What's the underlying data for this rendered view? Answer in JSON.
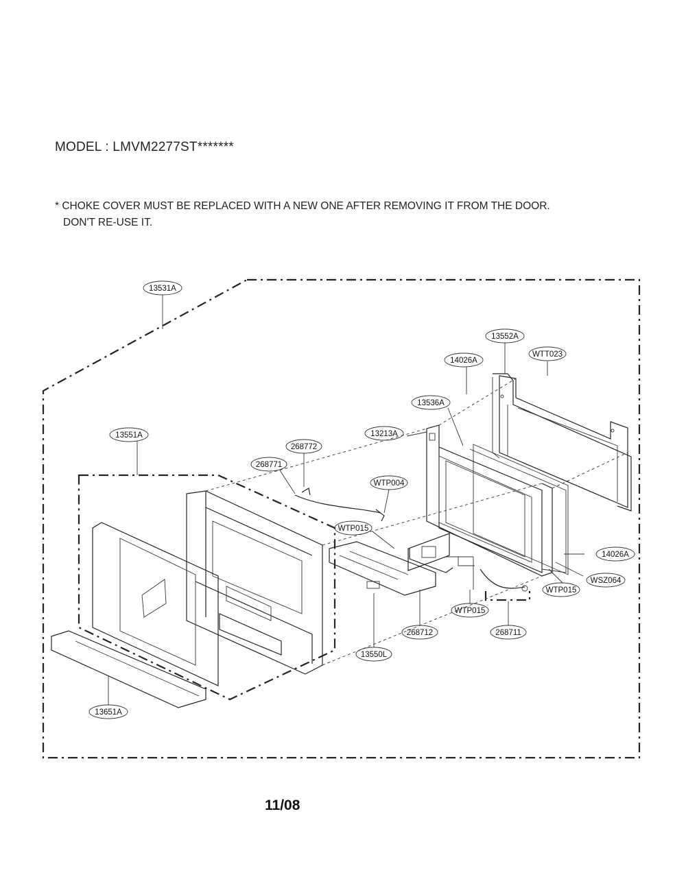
{
  "header": {
    "model": "MODEL : LMVM2277ST*******",
    "note_line1": "* CHOKE COVER MUST BE REPLACED WITH A NEW ONE AFTER REMOVING IT FROM THE DOOR.",
    "note_line2": "DON'T RE-USE IT."
  },
  "callouts": {
    "c_13531A": "13531A",
    "c_13552A": "13552A",
    "c_WTT023": "WTT023",
    "c_14026A_top": "14026A",
    "c_13536A": "13536A",
    "c_13551A": "13551A",
    "c_268772": "268772",
    "c_13213A": "13213A",
    "c_268771": "268771",
    "c_WTP004": "WTP004",
    "c_WTP015_a": "WTP015",
    "c_14026A_right": "14026A",
    "c_WTP015_b": "WTP015",
    "c_WSZ064": "WSZ064",
    "c_WTP015_c": "WTP015",
    "c_268712": "268712",
    "c_268711": "268711",
    "c_13550L": "13550L",
    "c_13651A": "13651A"
  },
  "footer": {
    "date": "11/08"
  }
}
